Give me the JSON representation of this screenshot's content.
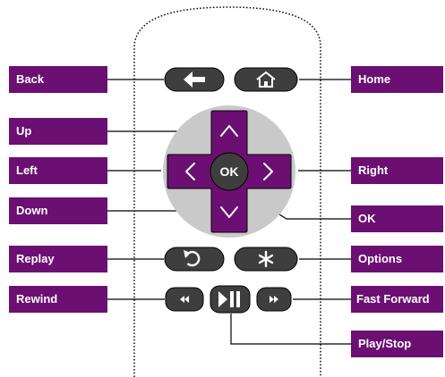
{
  "colors": {
    "label_bg": "#6c0f73",
    "label_text": "#ffffff",
    "button_bg": "#3e3e3e",
    "dpad_bg": "#c9c9c9",
    "dpad_purple": "#6c0f73",
    "leader_line": "#000000",
    "remote_outline": "#000000"
  },
  "labels": {
    "back": "Back",
    "home": "Home",
    "up": "Up",
    "left": "Left",
    "right": "Right",
    "down": "Down",
    "ok": "OK",
    "replay": "Replay",
    "options": "Options",
    "rewind": "Rewind",
    "fast_forward": "Fast Forward",
    "play_stop": "Play/Stop"
  },
  "remote": {
    "ok_button_text": "OK"
  },
  "icons": {
    "back": "arrow-left-icon",
    "home": "home-icon",
    "up": "chevron-up-icon",
    "left": "chevron-left-icon",
    "right": "chevron-right-icon",
    "down": "chevron-down-icon",
    "replay": "replay-icon",
    "options": "asterisk-icon",
    "rewind": "rewind-icon",
    "play_stop": "play-pause-icon",
    "fast_forward": "fast-forward-icon"
  }
}
